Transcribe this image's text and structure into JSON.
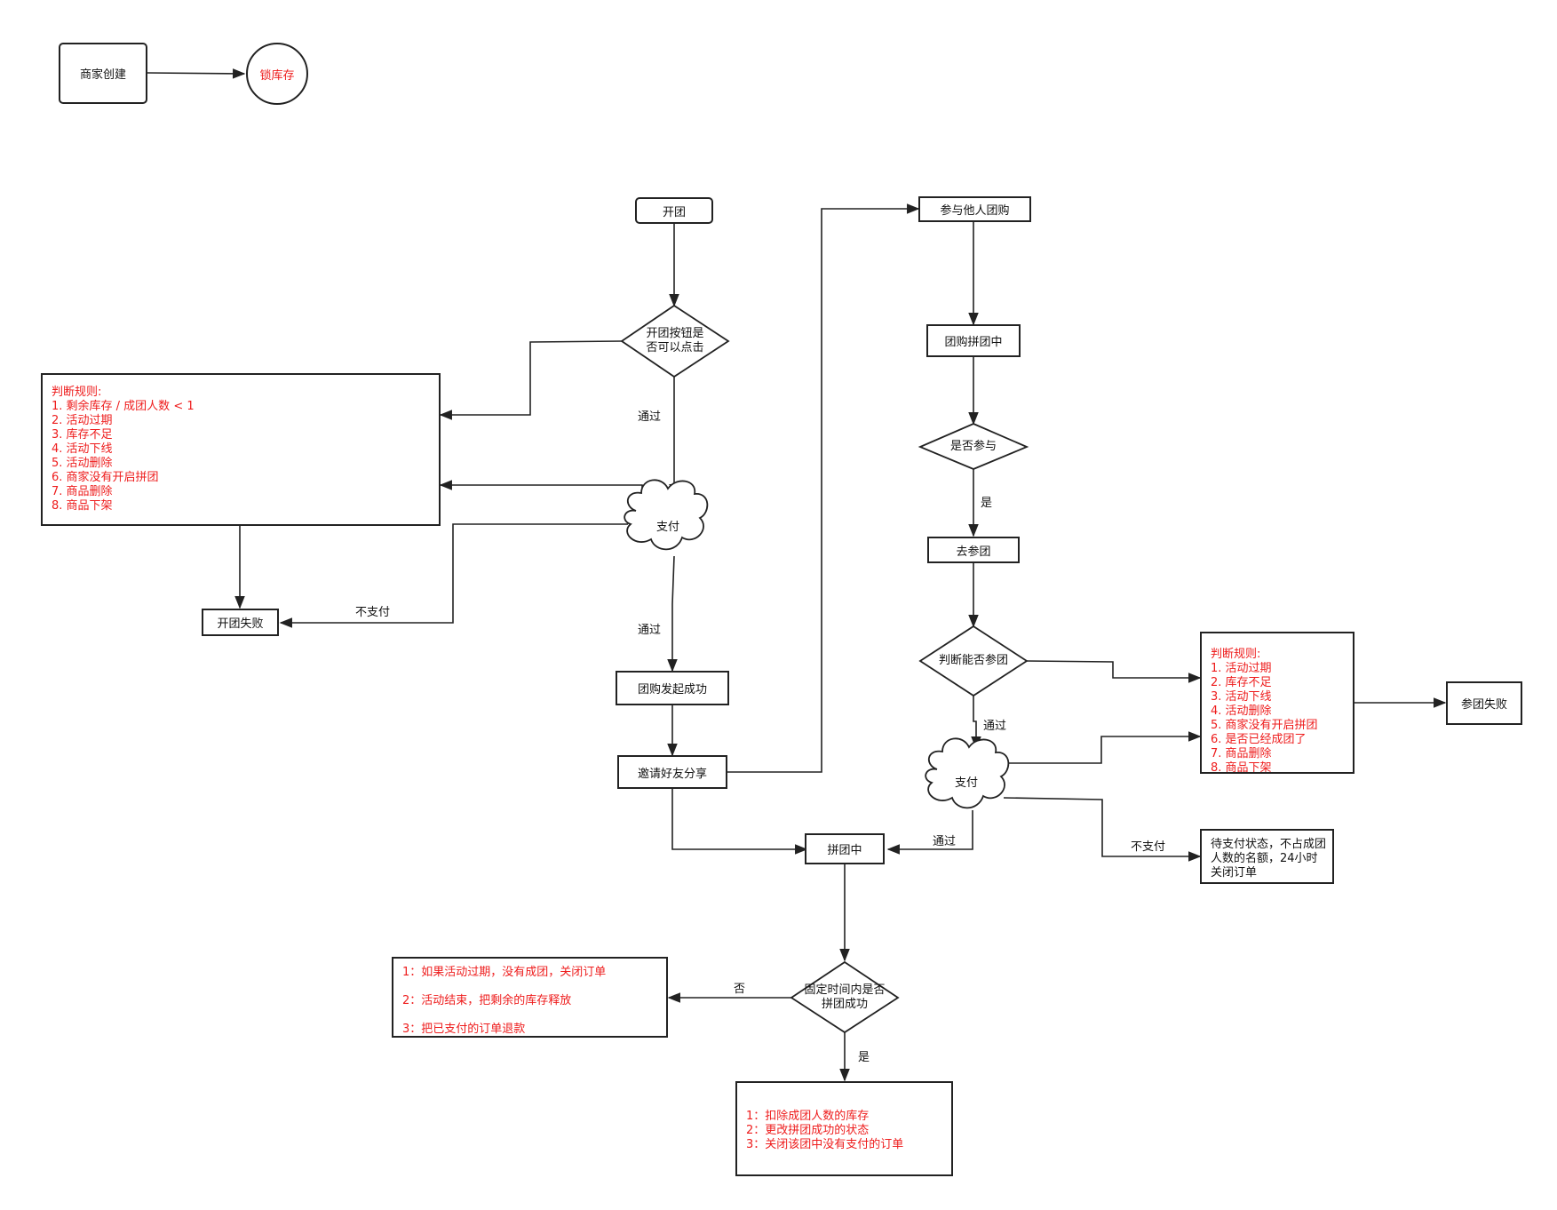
{
  "colors": {
    "stroke": "#222222",
    "text": "#111111",
    "highlight": "#ee1c1c"
  },
  "nodes": {
    "merchant_create": "商家创建",
    "lock_stock": "锁库存",
    "start_group": "开团",
    "can_click_line1": "开团按钮是",
    "can_click_line2": "否可以点击",
    "pay_left": "支付",
    "group_fail": "开团失败",
    "group_launch_success": "团购发起成功",
    "invite_share": "邀请好友分享",
    "join_others": "参与他人团购",
    "group_in_progress": "团购拼团中",
    "whether_join": "是否参与",
    "go_join": "去参团",
    "can_join": "判断能否参团",
    "pay_right": "支付",
    "join_fail": "参团失败",
    "pin_group": "拼团中",
    "fixed_time_line1": "固定时间内是否",
    "fixed_time_line2": "拼团成功"
  },
  "rules_left": [
    "判断规则:",
    "1. 剩余库存 / 成团人数  < 1",
    "2. 活动过期",
    "3. 库存不足",
    "4. 活动下线",
    "5. 活动删除",
    "6. 商家没有开启拼团",
    "7. 商品删除",
    "8. 商品下架"
  ],
  "rules_right": [
    "判断规则:",
    "1. 活动过期",
    "2. 库存不足",
    "3. 活动下线",
    "4. 活动删除",
    "5. 商家没有开启拼团",
    "6. 是否已经成团了",
    "7. 商品删除",
    "8. 商品下架"
  ],
  "pending_pay_note": [
    "待支付状态，不占成团",
    "人数的名额，24小时",
    "关闭订单"
  ],
  "fail_actions": [
    "1：如果活动过期，没有成团，关闭订单",
    "2：活动结束，把剩余的库存释放",
    "3：把已支付的订单退款"
  ],
  "success_actions": [
    "1：扣除成团人数的库存",
    "2：更改拼团成功的状态",
    "3：关闭该团中没有支付的订单"
  ],
  "edge_labels": {
    "pass_1": "通过",
    "pass_2": "通过",
    "no_pay_left": "不支付",
    "yes_join": "是",
    "pass_3": "通过",
    "pass_4": "通过",
    "no_pay_right": "不支付",
    "no": "否",
    "yes": "是"
  }
}
